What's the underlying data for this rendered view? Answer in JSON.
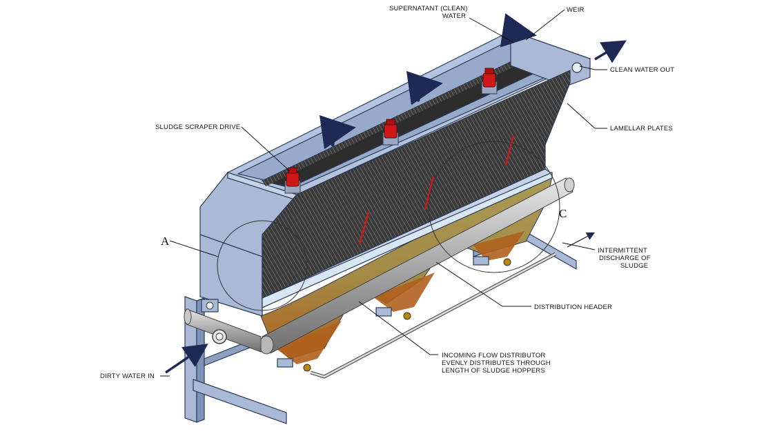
{
  "labels": {
    "supernatant": [
      "SUPERNATANT (CLEAN)",
      "WATER"
    ],
    "weir": "WEIR",
    "clean_water_out": "CLEAN WATER OUT",
    "lamellar_plates": "LAMELLAR PLATES",
    "sludge_scraper_drive": "SLUDGE SCRAPER DRIVE",
    "intermittent_discharge": [
      "INTERMITTENT",
      "DISCHARGE OF",
      "SLUDGE"
    ],
    "distribution_header": "DISTRIBUTION HEADER",
    "incoming_flow": [
      "INCOMING FLOW DISTRIBUTOR",
      "EVENLY DISTRIBUTES THROUGH",
      "LENGTH OF SLUDGE HOPPERS"
    ],
    "dirty_water_in": "DIRTY WATER IN",
    "detail_a": "A",
    "detail_c": "C"
  },
  "colors": {
    "steel": "#a9b9d6",
    "steel_dark": "#7f93b8",
    "plates": "#4a4a4a",
    "sludge_top": "#a89a55",
    "sludge_bottom": "#b0601e",
    "motor": "#d01818",
    "arrow": "#1e2a55"
  }
}
